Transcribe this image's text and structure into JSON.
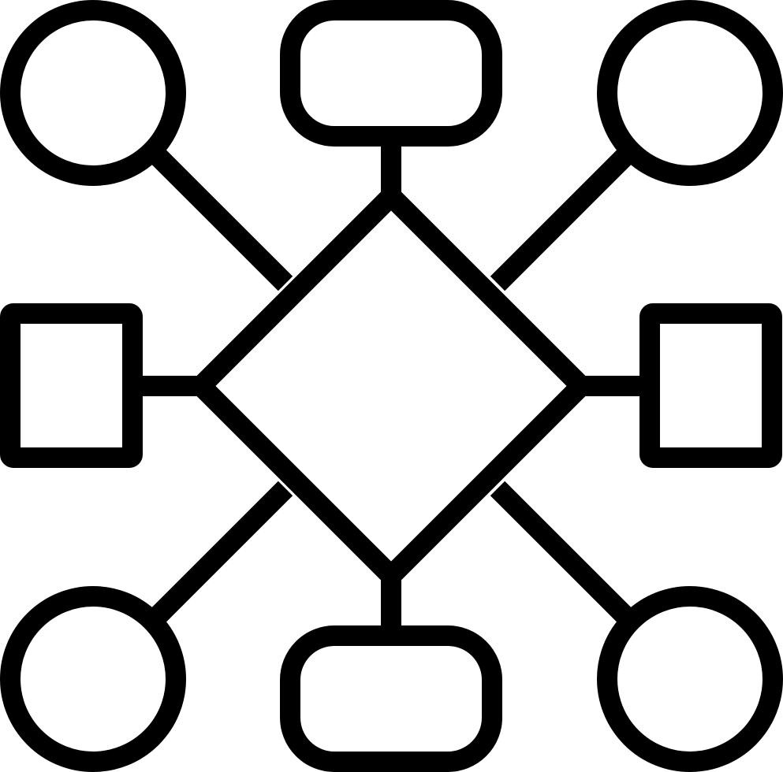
{
  "icon": {
    "name": "flowchart-network-icon",
    "stroke_color": "#000000",
    "background_color": "#ffffff",
    "center_shape": "diamond",
    "nodes": [
      {
        "name": "node-circle-top-left",
        "shape": "circle"
      },
      {
        "name": "node-pill-top",
        "shape": "rounded-rectangle"
      },
      {
        "name": "node-circle-top-right",
        "shape": "circle"
      },
      {
        "name": "node-square-left",
        "shape": "rectangle"
      },
      {
        "name": "node-square-right",
        "shape": "rectangle"
      },
      {
        "name": "node-circle-bottom-left",
        "shape": "circle"
      },
      {
        "name": "node-pill-bottom",
        "shape": "rounded-rectangle"
      },
      {
        "name": "node-circle-bottom-right",
        "shape": "circle"
      }
    ]
  }
}
